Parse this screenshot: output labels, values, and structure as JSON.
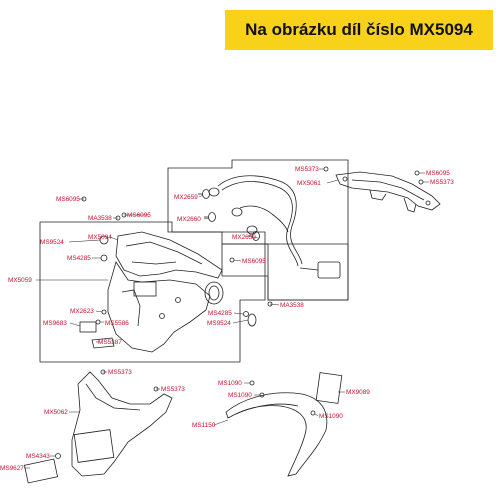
{
  "banner": {
    "text": "Na obrázku díl číslo MX5094"
  },
  "colors": {
    "banner": "#f7d11a",
    "label": "#c8102e",
    "line": "#222222"
  },
  "labels": {
    "ms5373_top": "MS5373",
    "ms6095_right": "MS6095",
    "mx5061": "MX5061",
    "ms5373_right": "MS5373",
    "mx2659_a": "MX2659",
    "mx2660": "MX2660",
    "mx2659_b": "MX2659",
    "ms6095_lamp": "MS6095",
    "ms6095_left": "MS6095",
    "ma3538_left": "MA3538",
    "ms6095_mid": "MS6095",
    "ms9524_left": "MS9524",
    "mx5094": "MX5094",
    "ms4285_left": "MS4285",
    "mx5059": "MX5059",
    "ma3538_right": "MA3538",
    "mx2623": "MX2623",
    "ms4285_right": "MS4285",
    "ms9683": "MS9683",
    "ms5586": "MS5586",
    "ms9524_right": "MS9524",
    "ms5387": "MS5387",
    "ms5373_bottom": "MS5373",
    "ms5373_bottom2": "MS5373",
    "mx5062": "MX5062",
    "ms4343": "MS4343",
    "ms9627": "MS9627",
    "ms1090_a": "MS1090",
    "ms1090_b": "MS1090",
    "mx9089": "MX9089",
    "ms1150": "MS1150",
    "ms1090_c": "MS1090"
  }
}
